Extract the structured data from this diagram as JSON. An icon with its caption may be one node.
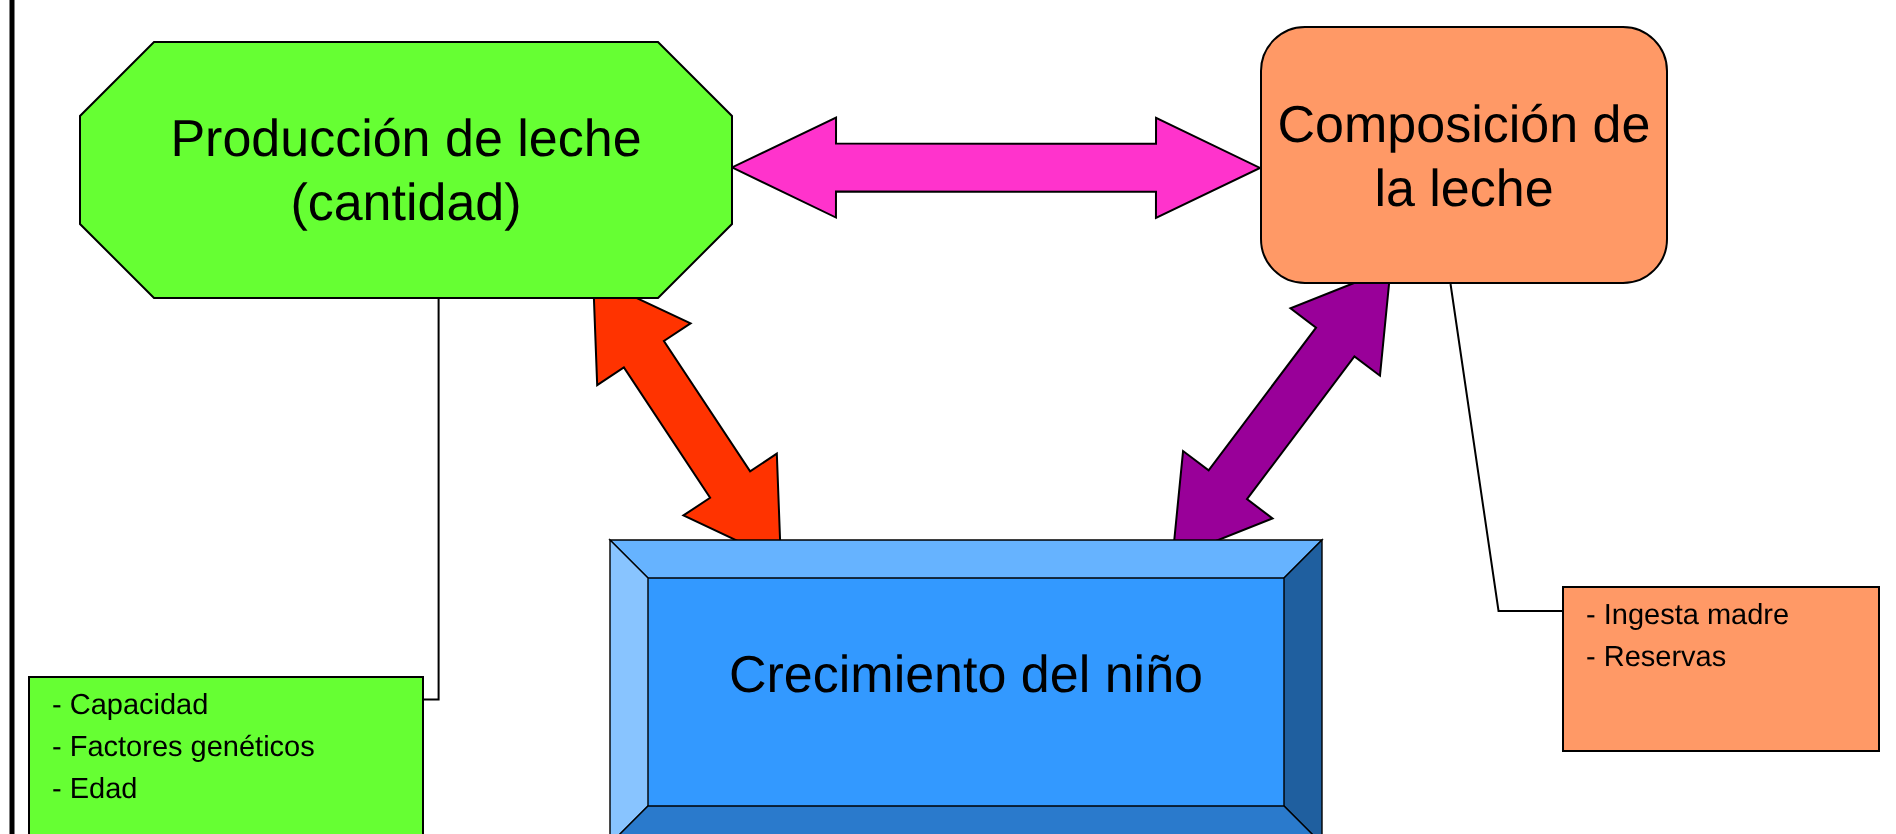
{
  "diagram": {
    "nodes": [
      {
        "text": [
          "Producción de leche (cantidad)"
        ]
      },
      {
        "text": [
          "Composición de la leche"
        ]
      },
      {
        "text": [
          "Crecimiento del niño"
        ]
      },
      {
        "text": [
          "- Capacidad",
          "- Factores genéticos",
          "- Edad"
        ]
      },
      {
        "text": [
          "- Ingesta madre",
          "- Reservas"
        ]
      }
    ],
    "edges": [
      {
        "from": 0,
        "to": 1,
        "arrow": "both",
        "style": "thick",
        "color": "#ff33cc"
      },
      {
        "from": 0,
        "to": 2,
        "arrow": "both",
        "style": "thick",
        "color": "#ff3300"
      },
      {
        "from": 1,
        "to": 2,
        "arrow": "both",
        "style": "thick",
        "color": "#990099"
      },
      {
        "from": 0,
        "to": 3,
        "arrow": "none"
      },
      {
        "from": 1,
        "to": 4,
        "arrow": "none"
      }
    ]
  }
}
